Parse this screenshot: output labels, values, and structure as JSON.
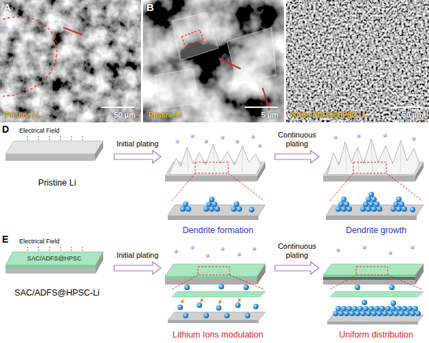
{
  "diagram": {
    "nodes": [
      {
        "text": [
          "A",
          "Pristine Li",
          "50 µm"
        ]
      },
      {
        "text": [
          "B",
          "Pristine Li",
          "5 µm"
        ]
      },
      {
        "text": [
          "C",
          "SACo/ADFS@HPSC-Li",
          "50 µm"
        ]
      },
      {
        "text": [
          "Pristine Li"
        ]
      },
      {
        "text": [
          "Dendrite formation"
        ]
      },
      {
        "text": [
          "Dendrite growth"
        ]
      },
      {
        "text": [
          "SAC/ADFS@HPSC-Li"
        ]
      },
      {
        "text": [
          "SAC/ADFS@HPSC"
        ],
        "in": 6
      },
      {
        "text": [
          "Lithium Ions modulation"
        ]
      },
      {
        "text": [
          "Uniform distribution"
        ]
      }
    ],
    "edges": [
      {
        "from": 3,
        "to": 4,
        "label": "Initial plating",
        "arrow": "to"
      },
      {
        "from": 4,
        "to": 5,
        "label": "Continuous plating",
        "arrow": "to"
      },
      {
        "from": 6,
        "to": 8,
        "label": "Initial plating",
        "arrow": "to"
      },
      {
        "from": 8,
        "to": 9,
        "label": "Continuous plating",
        "arrow": "to"
      }
    ],
    "labels": [
      "D",
      "Electrical Field",
      "E",
      "Electrical Field"
    ]
  }
}
